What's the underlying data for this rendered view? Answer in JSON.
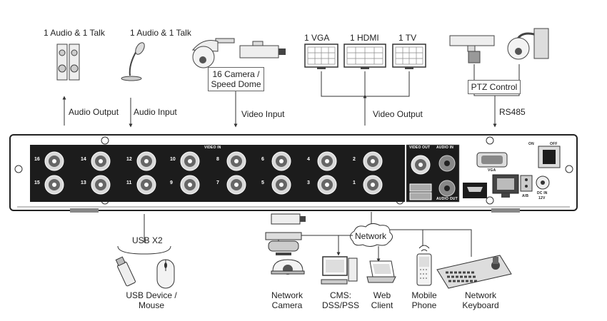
{
  "top_labels": {
    "audio_talk_1": "1 Audio & 1 Talk",
    "audio_talk_2": "1 Audio & 1 Talk",
    "vga": "1 VGA",
    "hdmi": "1 HDMI",
    "tv": "1 TV"
  },
  "camera_label_line1": "16 Camera /",
  "camera_label_line2": "Speed Dome",
  "ptz_label": "PTZ Control",
  "connection_labels": {
    "audio_output": "Audio Output",
    "audio_input": "Audio Input",
    "video_input": "Video Input",
    "video_output": "Video Output",
    "rs485": "RS485"
  },
  "panel_labels": {
    "video_in": "VIDEO IN",
    "video_out": "VIDEO OUT",
    "audio_in": "AUDIO IN",
    "audio_out": "AUDIO OUT",
    "vga": "VGA",
    "hdmi": "HDMI",
    "alarm": "A/B",
    "dc_in": "DC IN",
    "dc_v": "12V",
    "on": "ON",
    "off": "OFF"
  },
  "bnc_top": [
    "16",
    "14",
    "12",
    "10",
    "8",
    "6",
    "4",
    "2"
  ],
  "bnc_bottom": [
    "15",
    "13",
    "11",
    "9",
    "7",
    "5",
    "3",
    "1"
  ],
  "usb_label": "USB X2",
  "usb_device_line1": "USB Device /",
  "usb_device_line2": "Mouse",
  "network_label": "Network",
  "bottom_devices": [
    {
      "line1": "Network",
      "line2": "Camera"
    },
    {
      "line1": "CMS:",
      "line2": "DSS/PSS"
    },
    {
      "line1": "Web",
      "line2": "Client"
    },
    {
      "line1": "Mobile",
      "line2": "Phone"
    },
    {
      "line1": "Network",
      "line2": "Keyboard"
    }
  ]
}
